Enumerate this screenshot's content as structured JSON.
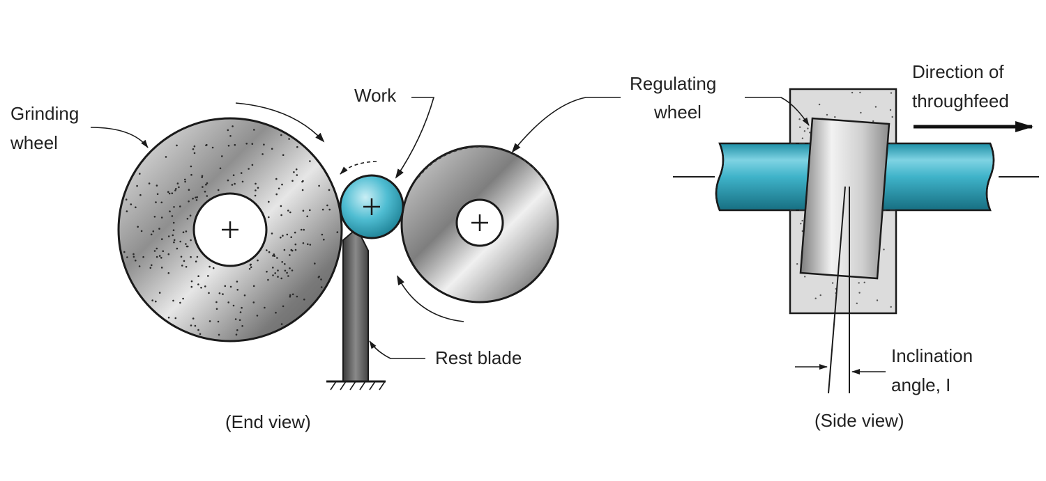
{
  "end_view": {
    "grinding_wheel_label": [
      "Grinding",
      "wheel"
    ],
    "work_label": "Work",
    "rest_blade_label": "Rest blade",
    "caption": "(End view)"
  },
  "side_view": {
    "regulating_wheel_label": [
      "Regulating",
      "wheel"
    ],
    "throughfeed_label": [
      "Direction of",
      "throughfeed"
    ],
    "inclination_label": [
      "Inclination",
      "angle, I"
    ],
    "caption": "(Side view)"
  },
  "colors": {
    "work": "#3fb3c9",
    "work_dark": "#1c7f93",
    "wheel_gray": "#9a9a9a",
    "outline": "#1a1a1a"
  }
}
